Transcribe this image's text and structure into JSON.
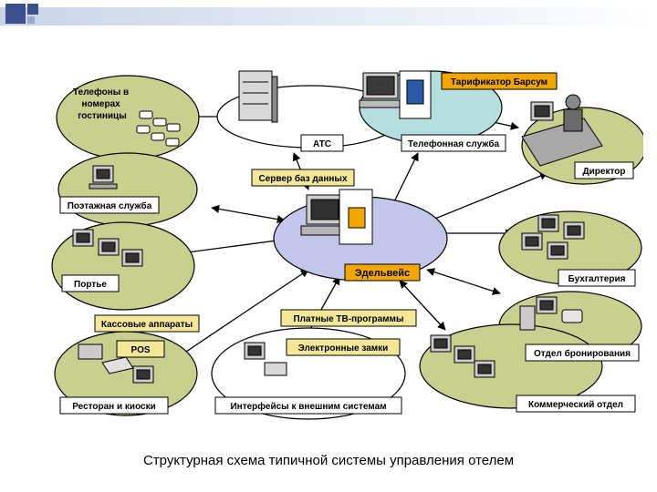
{
  "colors": {
    "ellipse_green": "#c9cf8e",
    "ellipse_white": "#ffffff",
    "ellipse_teal": "#b7dede",
    "ellipse_purple": "#c3c6e8",
    "label_white": "#ffffff",
    "label_yellow": "#f4e79a",
    "label_orange": "#f2a600",
    "header_bar": "#c9d3e8",
    "header_square": "#3a4f8c"
  },
  "nodes": {
    "phones": "Телефоны в номерах гостиницы",
    "phones_lines": [
      "Телефоны в",
      "номерах",
      "гостиницы"
    ],
    "atc": "АТС",
    "tarifikator": "Тарификатор Барсум",
    "phone_service": "Телефонная служба",
    "director": "Директор",
    "db_server": "Сервер баз данных",
    "floor_service": "Поэтажная служба",
    "edelweiss": "Эдельвейс",
    "porter": "Портье",
    "accounting": "Бухгалтерия",
    "cash_registers": "Кассовые аппараты",
    "pos": "POS",
    "paid_tv": "Платные ТВ-программы",
    "electronic_locks": "Электронные замки",
    "booking": "Отдел бронирования",
    "restaurant": "Ресторан и киоски",
    "interfaces": "Интерфейсы к внешним системам",
    "commercial": "Коммерческий отдел"
  },
  "caption": "Структурная схема типичной системы управления отелем"
}
